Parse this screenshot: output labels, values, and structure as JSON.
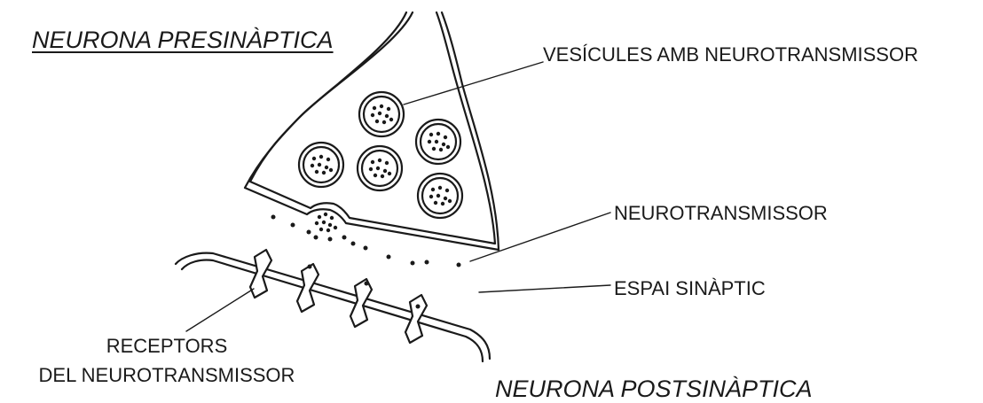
{
  "labels": {
    "presynaptic_title": "NEURONA PRESINÀPTICA",
    "postsynaptic_title": "NEURONA POSTSINÀPTICA",
    "vesicles": "VESÍCULES AMB NEUROTRANSMISSOR",
    "neurotransmitter": "NEUROTRANSMISSOR",
    "synaptic_cleft": "ESPAI SINÀPTIC",
    "receptors_line1": "RECEPTORS",
    "receptors_line2": "DEL NEUROTRANSMISSOR"
  },
  "colors": {
    "ink": "#1a1a1a",
    "background": "#ffffff"
  }
}
